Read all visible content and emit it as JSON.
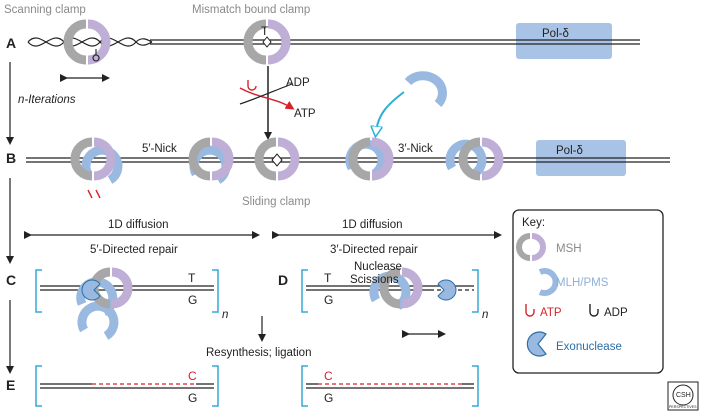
{
  "panels": [
    "A",
    "B",
    "C",
    "D",
    "E"
  ],
  "row_a": {
    "scanning_clamp": "Scanning clamp",
    "mismatch_bound_clamp": "Mismatch bound clamp",
    "pol_delta": "Pol-δ",
    "n_iterations": "n-Iterations",
    "adp": "ADP",
    "atp": "ATP",
    "mismatch_top": "T"
  },
  "row_b": {
    "nick_5": "5′-Nick",
    "nick_3": "3′-Nick",
    "pol_delta": "Pol-δ",
    "sliding_clamp": "Sliding clamp"
  },
  "diffusion": {
    "left_label": "1D diffusion",
    "right_label": "1D diffusion",
    "left_repair": "5′-Directed repair",
    "right_repair": "3′-Directed repair"
  },
  "row_c": {
    "top_base": "T",
    "bottom_base": "G",
    "n": "n"
  },
  "row_d": {
    "nuclease_line1": "Nuclease",
    "nuclease_line2": "Scissions",
    "top_base": "T",
    "bottom_base": "G",
    "n": "n"
  },
  "resynthesis": "Resynthesis; ligation",
  "row_e": {
    "left_top": "C",
    "left_bottom": "G",
    "right_top": "C",
    "right_bottom": "G"
  },
  "key": {
    "title": "Key:",
    "msh": "MSH",
    "mlh_pms": "MLH/PMS",
    "atp": "ATP",
    "adp": "ADP",
    "exonuclease": "Exonuclease"
  },
  "logo": {
    "line1": "CSH",
    "line2": "PERSPECTIVES"
  },
  "colors": {
    "msh_grey": "#a7a7a7",
    "msh_purple": "#bfaed6",
    "mlh_blue": "#9ab9e0",
    "pol_box": "#a9c3e6",
    "atp_red": "#d8222b",
    "bracket_cyan": "#36a9d6",
    "arrow_cyan": "#2ab0d8"
  }
}
